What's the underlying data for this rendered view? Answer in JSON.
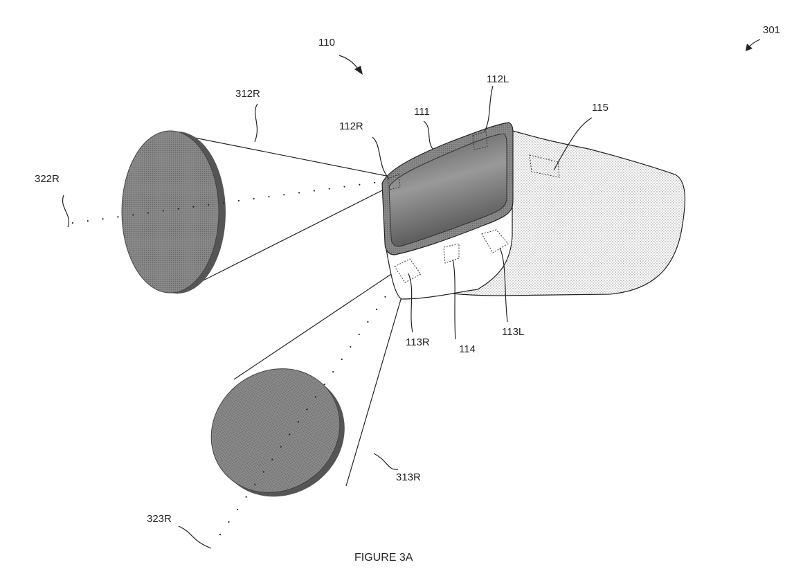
{
  "figure": {
    "caption": "FIGURE 3A",
    "labels": {
      "ref_301": "301",
      "ref_110": "110",
      "ref_312R": "312R",
      "ref_322R": "322R",
      "ref_112R": "112R",
      "ref_111": "111",
      "ref_112L": "112L",
      "ref_115": "115",
      "ref_113R": "113R",
      "ref_114": "114",
      "ref_113L": "113L",
      "ref_313R": "313R",
      "ref_323R": "323R"
    }
  }
}
